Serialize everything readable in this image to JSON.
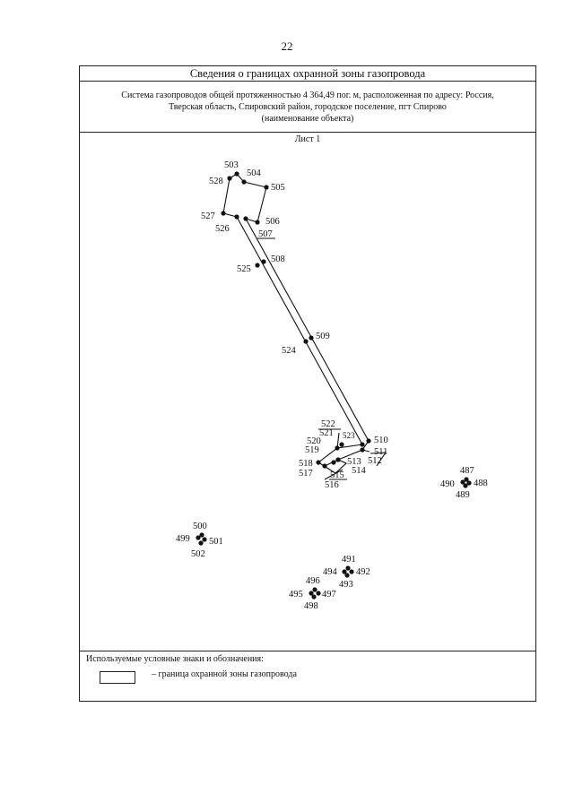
{
  "page_number": "22",
  "title": "Сведения о границах охранной зоны газопровода",
  "description_line1": "Система газопроводов общей протяженностью 4 364,49 пог. м, расположенная по адресу: Россия,",
  "description_line2": "Тверская область, Спировский район, городское поселение, пгт Спирово",
  "description_line3": "(наименование объекта)",
  "sheet_label": "Лист 1",
  "legend": {
    "title": "Используемые условные знаки и обозначения:",
    "item": "– граница охранной зоны газопровода"
  },
  "points": {
    "p487": "487",
    "p488": "488",
    "p489": "489",
    "p490": "490",
    "p491": "491",
    "p492": "492",
    "p493": "493",
    "p494": "494",
    "p495": "495",
    "p496": "496",
    "p497": "497",
    "p498": "498",
    "p499": "499",
    "p500": "500",
    "p501": "501",
    "p502": "502",
    "p503": "503",
    "p504": "504",
    "p505": "505",
    "p506": "506",
    "p507": "507",
    "p508": "508",
    "p509": "509",
    "p510": "510",
    "p511": "511",
    "p512": "512",
    "p513": "513",
    "p514": "514",
    "p515": "515",
    "p516": "516",
    "p517": "517",
    "p518": "518",
    "p519": "519",
    "p520": "520",
    "p521": "521",
    "p522": "522",
    "p523": "523",
    "p524": "524",
    "p525": "525",
    "p526": "526",
    "p527": "527",
    "p528": "528"
  }
}
